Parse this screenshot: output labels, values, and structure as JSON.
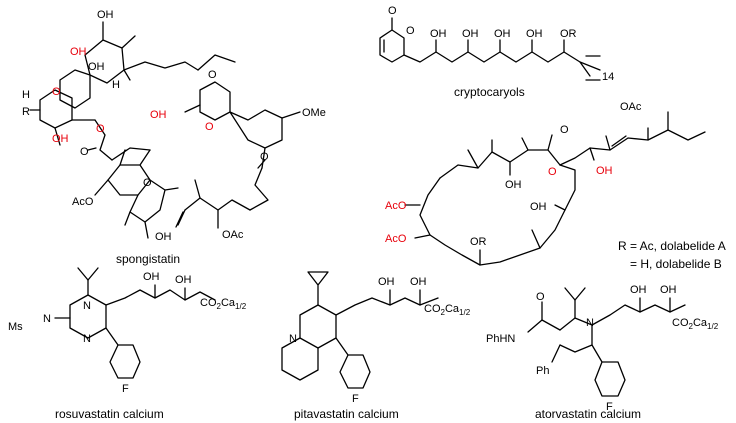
{
  "captions": {
    "spongistatin": "spongistatin",
    "cryptocaryols": "cryptocaryols",
    "rosuvastatin": "rosuvastatin calcium",
    "pitavastatin": "pitavastatin calcium",
    "atorvastatin": "atorvastatin calcium"
  },
  "dolabelide_note": {
    "line1": "R = Ac, dolabelide A",
    "line2": "= H, dolabelide B"
  },
  "labels": {
    "OH": "OH",
    "O": "O",
    "OAc": "OAc",
    "AcO": "AcO",
    "OMe": "OMe",
    "OR": "OR",
    "H": "H",
    "R": "R",
    "F": "F",
    "N": "N",
    "Ms": "Ms",
    "Ph": "Ph",
    "PhHN": "PhHN",
    "CO2Ca": "CO",
    "sub2": "2",
    "Ca": "Ca",
    "sub_half": "1/2",
    "n14": "14"
  },
  "colors": {
    "heteroatom_highlight": "#e8000b",
    "bond": "#000000"
  }
}
